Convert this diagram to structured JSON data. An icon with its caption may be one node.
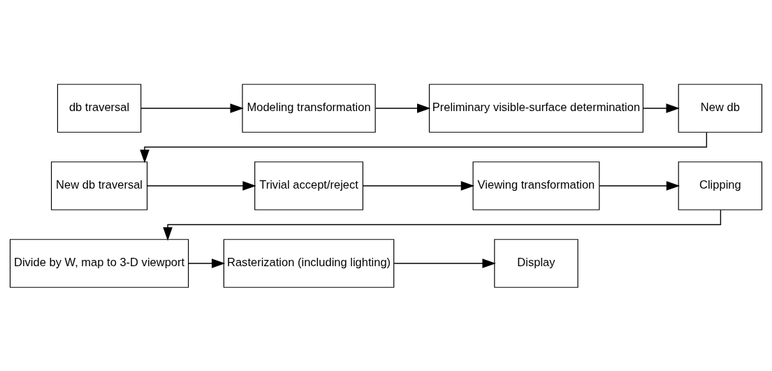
{
  "diagram": {
    "nodes": [
      {
        "text": [
          "db traversal"
        ]
      },
      {
        "text": [
          "Modeling transformation"
        ]
      },
      {
        "text": [
          "Preliminary visible-surface determination"
        ]
      },
      {
        "text": [
          "New db"
        ]
      },
      {
        "text": [
          "New db traversal"
        ]
      },
      {
        "text": [
          "Trivial accept/reject"
        ]
      },
      {
        "text": [
          "Viewing transformation"
        ]
      },
      {
        "text": [
          "Clipping"
        ]
      },
      {
        "text": [
          "Divide by W, map to 3-D viewport"
        ]
      },
      {
        "text": [
          "Rasterization (including lighting)"
        ]
      },
      {
        "text": [
          "Display"
        ]
      }
    ],
    "edges": [
      {
        "from": 0,
        "to": 1,
        "arrow": "to"
      },
      {
        "from": 1,
        "to": 2,
        "arrow": "to"
      },
      {
        "from": 2,
        "to": 3,
        "arrow": "to"
      },
      {
        "from": 3,
        "to": 4,
        "arrow": "to"
      },
      {
        "from": 4,
        "to": 5,
        "arrow": "to"
      },
      {
        "from": 5,
        "to": 6,
        "arrow": "to"
      },
      {
        "from": 6,
        "to": 7,
        "arrow": "to"
      },
      {
        "from": 7,
        "to": 8,
        "arrow": "to"
      },
      {
        "from": 8,
        "to": 9,
        "arrow": "to"
      },
      {
        "from": 9,
        "to": 10,
        "arrow": "to"
      }
    ]
  }
}
